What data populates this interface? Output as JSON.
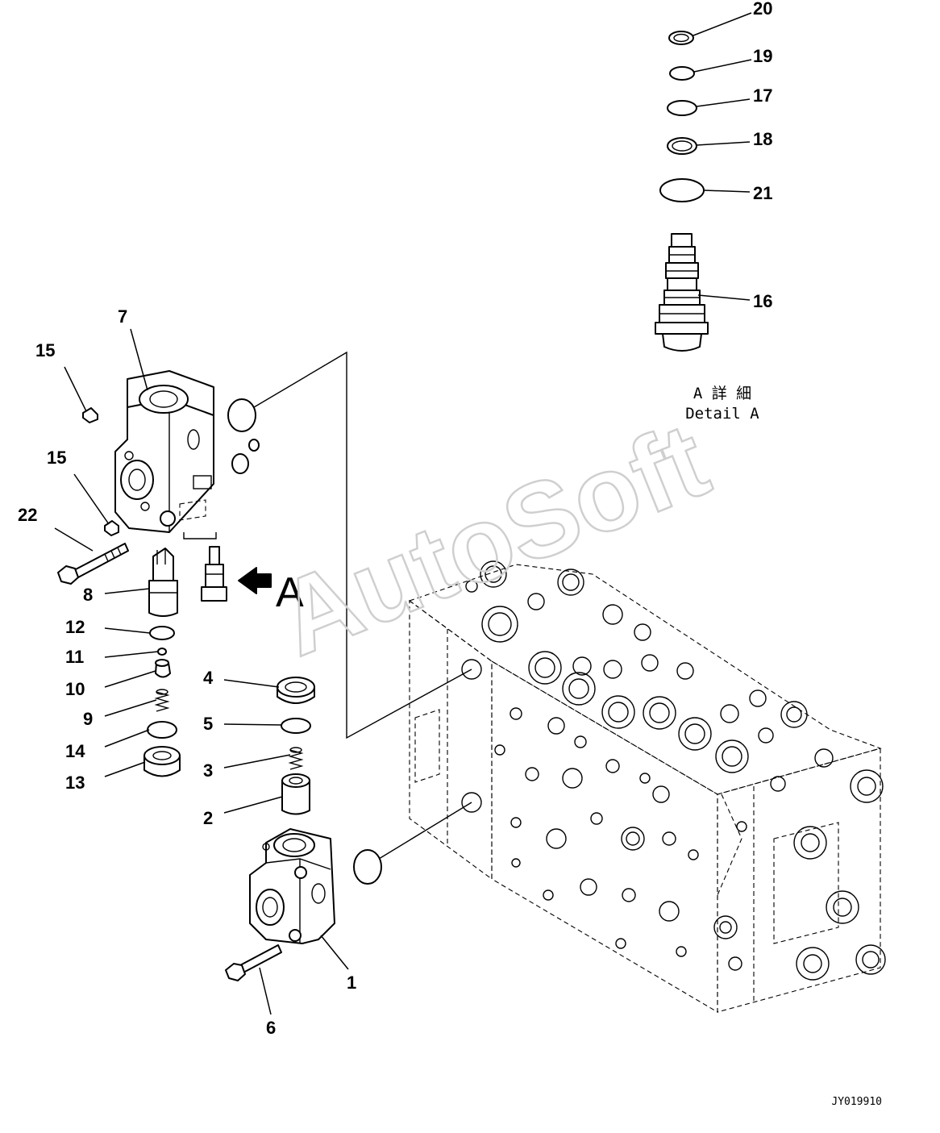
{
  "diagram": {
    "callouts": [
      {
        "id": "20",
        "label": "20"
      },
      {
        "id": "19",
        "label": "19"
      },
      {
        "id": "17",
        "label": "17"
      },
      {
        "id": "18",
        "label": "18"
      },
      {
        "id": "21",
        "label": "21"
      },
      {
        "id": "16",
        "label": "16"
      },
      {
        "id": "7",
        "label": "7"
      },
      {
        "id": "15a",
        "label": "15"
      },
      {
        "id": "15b",
        "label": "15"
      },
      {
        "id": "22",
        "label": "22"
      },
      {
        "id": "8",
        "label": "8"
      },
      {
        "id": "12",
        "label": "12"
      },
      {
        "id": "11",
        "label": "11"
      },
      {
        "id": "10",
        "label": "10"
      },
      {
        "id": "9",
        "label": "9"
      },
      {
        "id": "14",
        "label": "14"
      },
      {
        "id": "13",
        "label": "13"
      },
      {
        "id": "4",
        "label": "4"
      },
      {
        "id": "5",
        "label": "5"
      },
      {
        "id": "3",
        "label": "3"
      },
      {
        "id": "2",
        "label": "2"
      },
      {
        "id": "1",
        "label": "1"
      },
      {
        "id": "6",
        "label": "6"
      }
    ],
    "detail_label_jp": "A 詳 細",
    "detail_label_en": "Detail A",
    "view_arrow_label": "A",
    "drawing_code": "JY019910",
    "watermark": "AutoSoft"
  }
}
